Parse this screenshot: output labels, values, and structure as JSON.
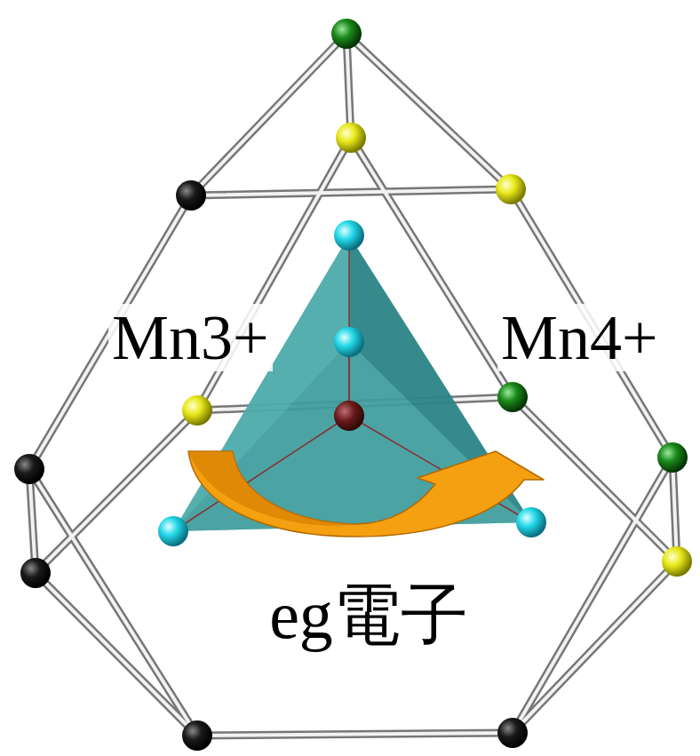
{
  "diagram": {
    "labels": [
      "Mn3+",
      "Mn4+",
      "eg電子"
    ]
  }
}
